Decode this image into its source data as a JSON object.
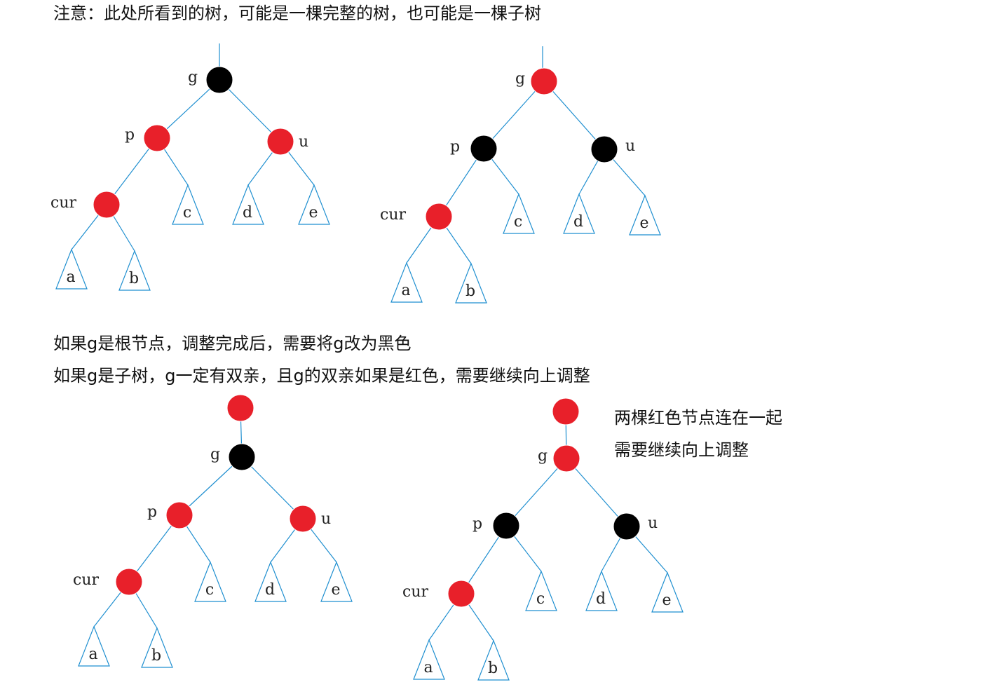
{
  "notes": {
    "top": "注意：此处所看到的树，可能是一棵完整的树，也可能是一棵子树",
    "root_case": "如果g是根节点，调整完成后，需要将g改为黑色",
    "subtree_case": "如果g是子树，g一定有双亲，且g的双亲如果是红色，需要继续向上调整",
    "side_line1": "两棵红色节点连在一起",
    "side_line2": "需要继续向上调整"
  },
  "labels": {
    "g": "g",
    "p": "p",
    "u": "u",
    "cur": "cur",
    "a": "a",
    "b": "b",
    "c": "c",
    "d": "d",
    "e": "e"
  },
  "colors": {
    "red": "#e8202a",
    "black": "#000000",
    "edge": "#1f8fd0",
    "node_outline": "#ffffff"
  },
  "trees": [
    {
      "name": "top-left-before",
      "g": "black",
      "p": "red",
      "u": "red",
      "cur": "red",
      "has_parent": false
    },
    {
      "name": "top-right-after",
      "g": "red",
      "p": "black",
      "u": "black",
      "cur": "red",
      "has_parent": false
    },
    {
      "name": "bottom-left-before",
      "g": "black",
      "p": "red",
      "u": "red",
      "cur": "red",
      "has_parent": true,
      "parent": "red"
    },
    {
      "name": "bottom-right-after",
      "g": "red",
      "p": "black",
      "u": "black",
      "cur": "red",
      "has_parent": true,
      "parent": "red"
    }
  ]
}
